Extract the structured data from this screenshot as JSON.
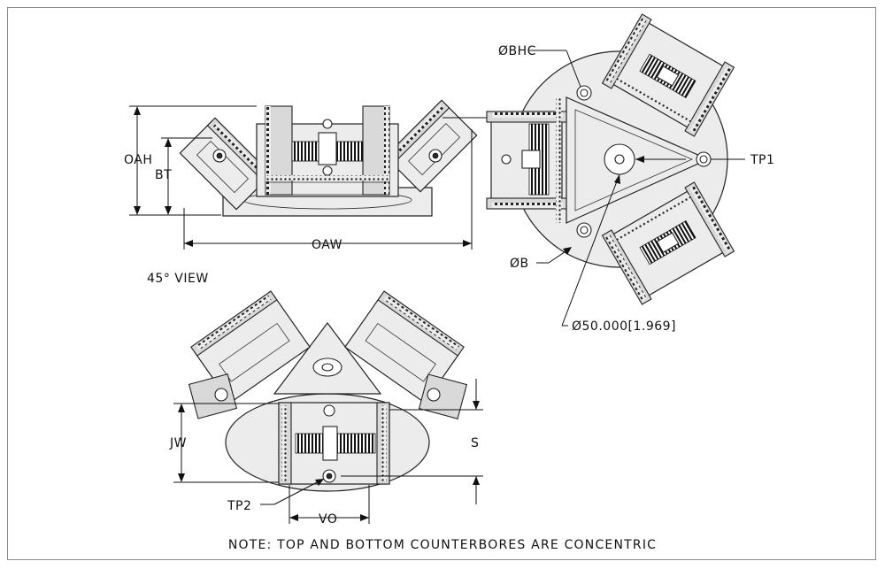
{
  "labels": {
    "oah": "OAH",
    "bt": "BT",
    "oaw": "OAW",
    "view_45": "45° VIEW",
    "bhc": "ØBHC",
    "tp1": "TP1",
    "b": "ØB",
    "diameter": "Ø50.000[1.969]",
    "jw": "JW",
    "s": "S",
    "tp2": "TP2",
    "vo": "VO"
  },
  "note": "NOTE: TOP AND BOTTOM COUNTERBORES ARE CONCENTRIC",
  "colors": {
    "line": "#1a1a1a",
    "fill_light": "#ececec",
    "fill_mid": "#d9d9d9",
    "fill_dark": "#2a2a2a",
    "frame": "#8a8a8a"
  }
}
